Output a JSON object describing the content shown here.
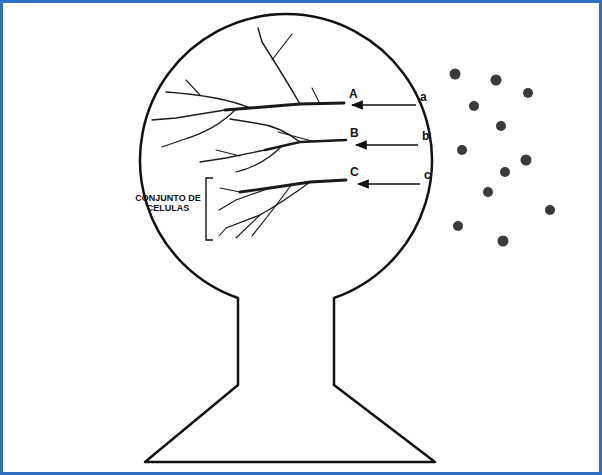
{
  "diagram": {
    "labels": [
      "A",
      "a",
      "B",
      "b",
      "C",
      "c",
      "CONJUNTO DE CELULAS"
    ]
  }
}
